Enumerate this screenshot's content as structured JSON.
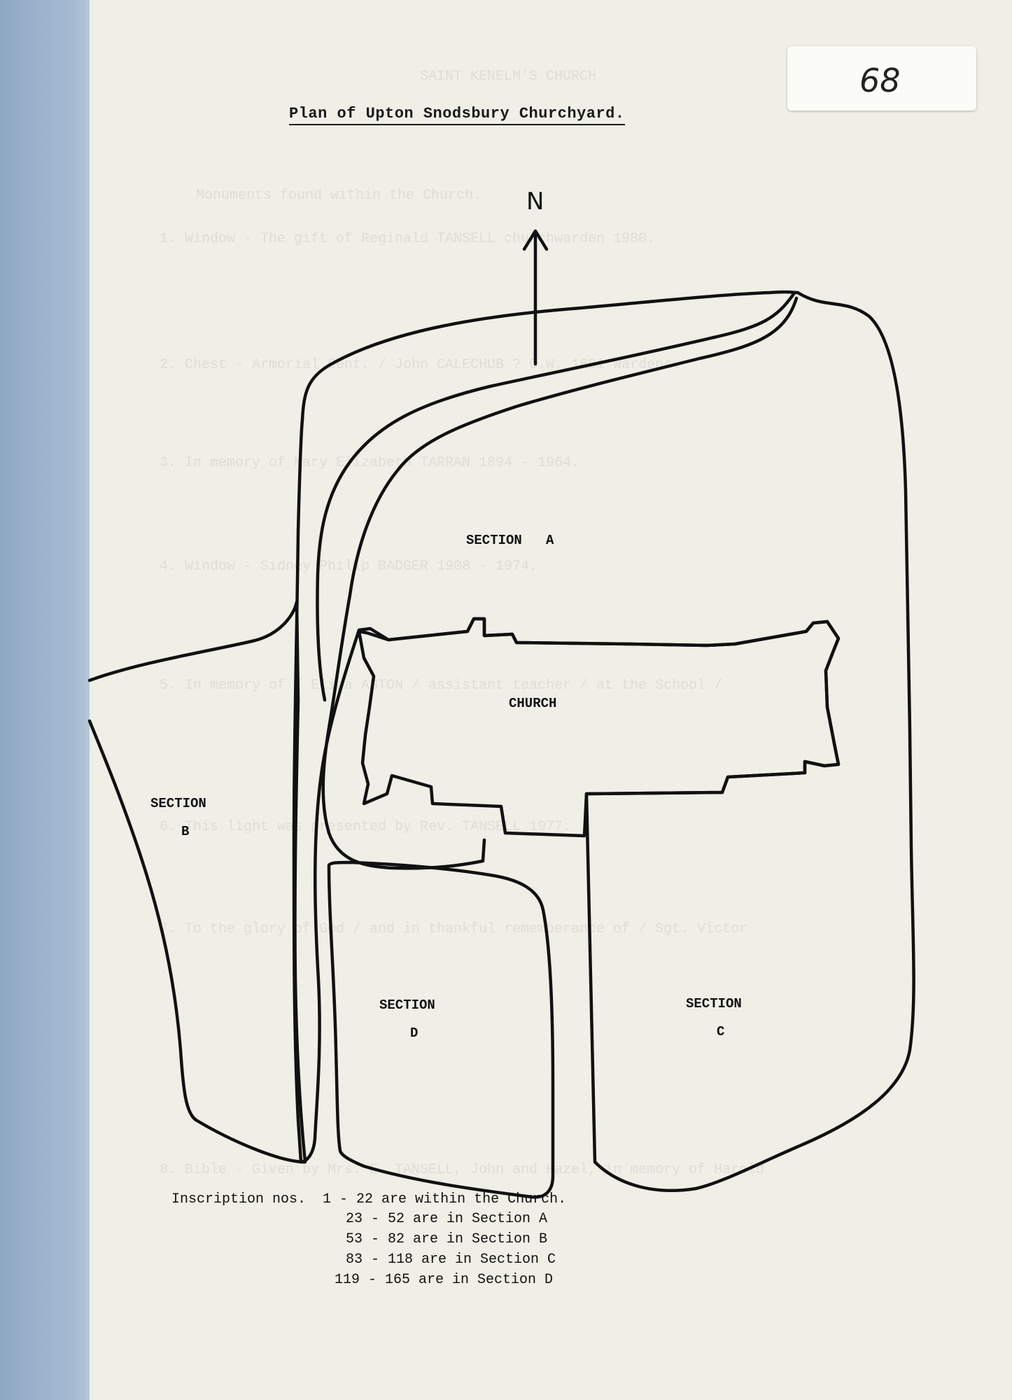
{
  "document": {
    "title": "Plan of Upton Snodsbury Churchyard.",
    "page_number": "68"
  },
  "map": {
    "north_label": "N",
    "section_a": {
      "line1": "SECTION",
      "line2": "A"
    },
    "section_b": {
      "line1": "SECTION",
      "line2": "B"
    },
    "section_c": {
      "line1": "SECTION",
      "line2": "C"
    },
    "section_d": {
      "line1": "SECTION",
      "line2": "D"
    },
    "church_label": "CHURCH"
  },
  "legend": [
    "Inscription nos.  1 - 22 are within the Church.",
    "23 - 52 are in Section A",
    "53 - 82 are in Section B",
    "83 - 118 are in Section C",
    "119 - 165 are in Section D"
  ],
  "colors": {
    "paper": "#efeee7",
    "binding": "#9bb2cc",
    "ink": "#111111"
  }
}
